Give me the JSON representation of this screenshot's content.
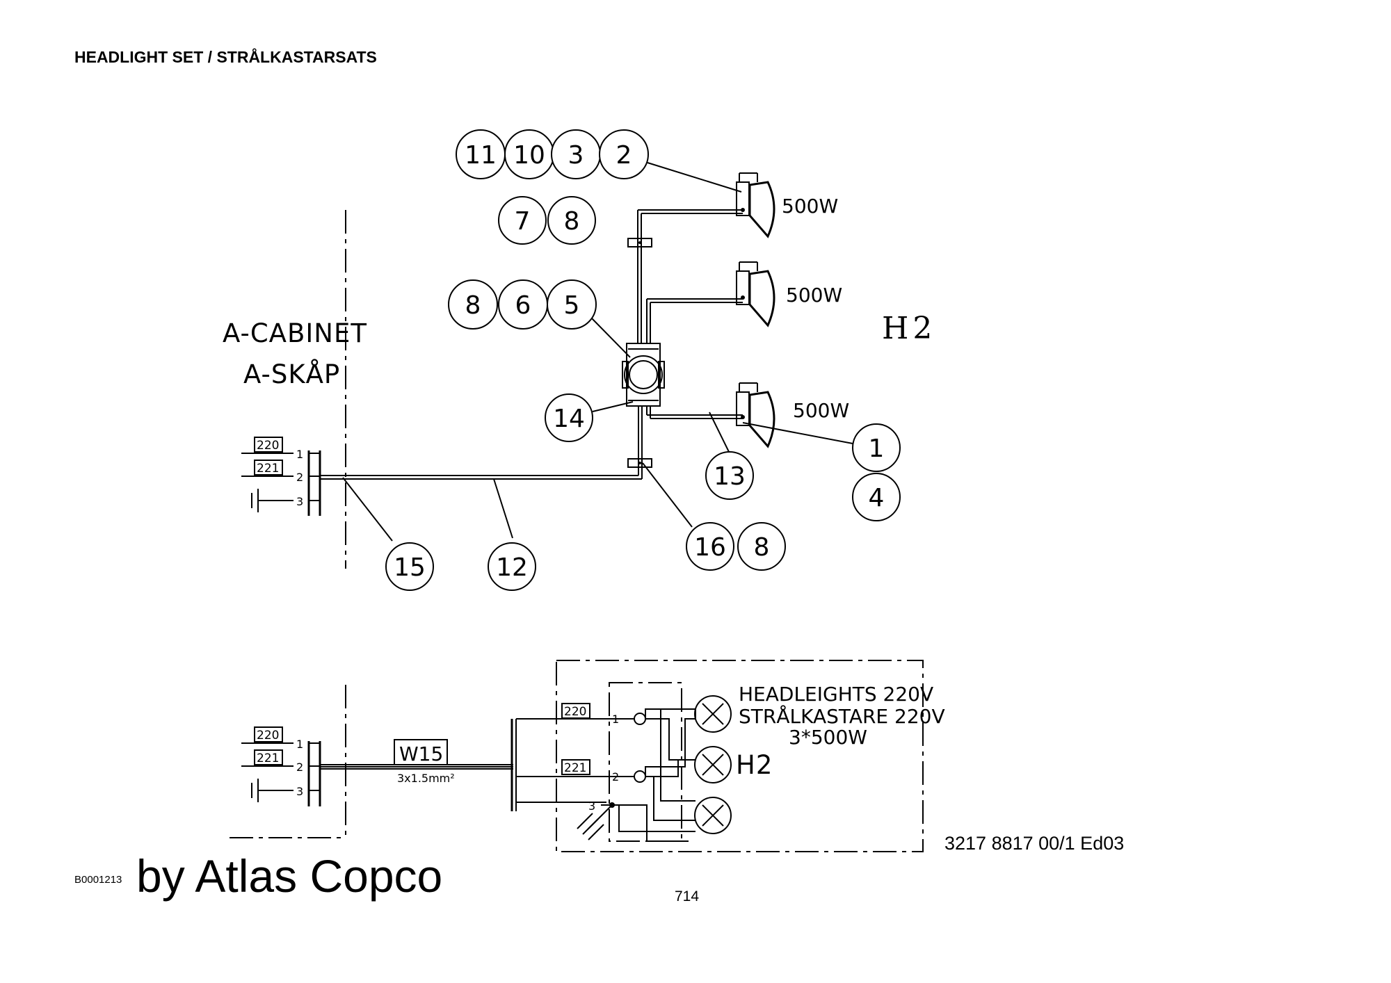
{
  "header": {
    "title": "HEADLIGHT SET / STRÅLKASTARSATS"
  },
  "cabinet": {
    "label_en": "A-CABINET",
    "label_sv": "A-SKÅP"
  },
  "terminals": {
    "box_1": "220",
    "box_2": "221",
    "pin_1": "1",
    "pin_2": "2",
    "pin_3": "3"
  },
  "lamps": {
    "power_1": "500W",
    "power_2": "500W",
    "power_3": "500W"
  },
  "designation": "H2",
  "balloons": {
    "b11": "11",
    "b10": "10",
    "b3": "3",
    "b2": "2",
    "b7": "7",
    "b8a": "8",
    "b8b": "8",
    "b6": "6",
    "b5": "5",
    "b14": "14",
    "b13": "13",
    "b1": "1",
    "b4": "4",
    "b16": "16",
    "b8c": "8",
    "b15": "15",
    "b12": "12"
  },
  "schematic": {
    "cable_ref": "W15",
    "cable_spec": "3x1.5mm²",
    "box_label_1": "HEADLEIGHTS 220V",
    "box_label_2": "STRÅLKASTARE 220V",
    "box_label_3": "3*500W",
    "designation": "H2",
    "wire_1": "220",
    "wire_2": "221",
    "pin_1": "1",
    "pin_2": "2",
    "pin_3": "3"
  },
  "footer": {
    "document_number": "3217 8817 00/1  Ed03",
    "image_code": "B0001213",
    "brand": "by Atlas Copco",
    "page_number": "714"
  }
}
